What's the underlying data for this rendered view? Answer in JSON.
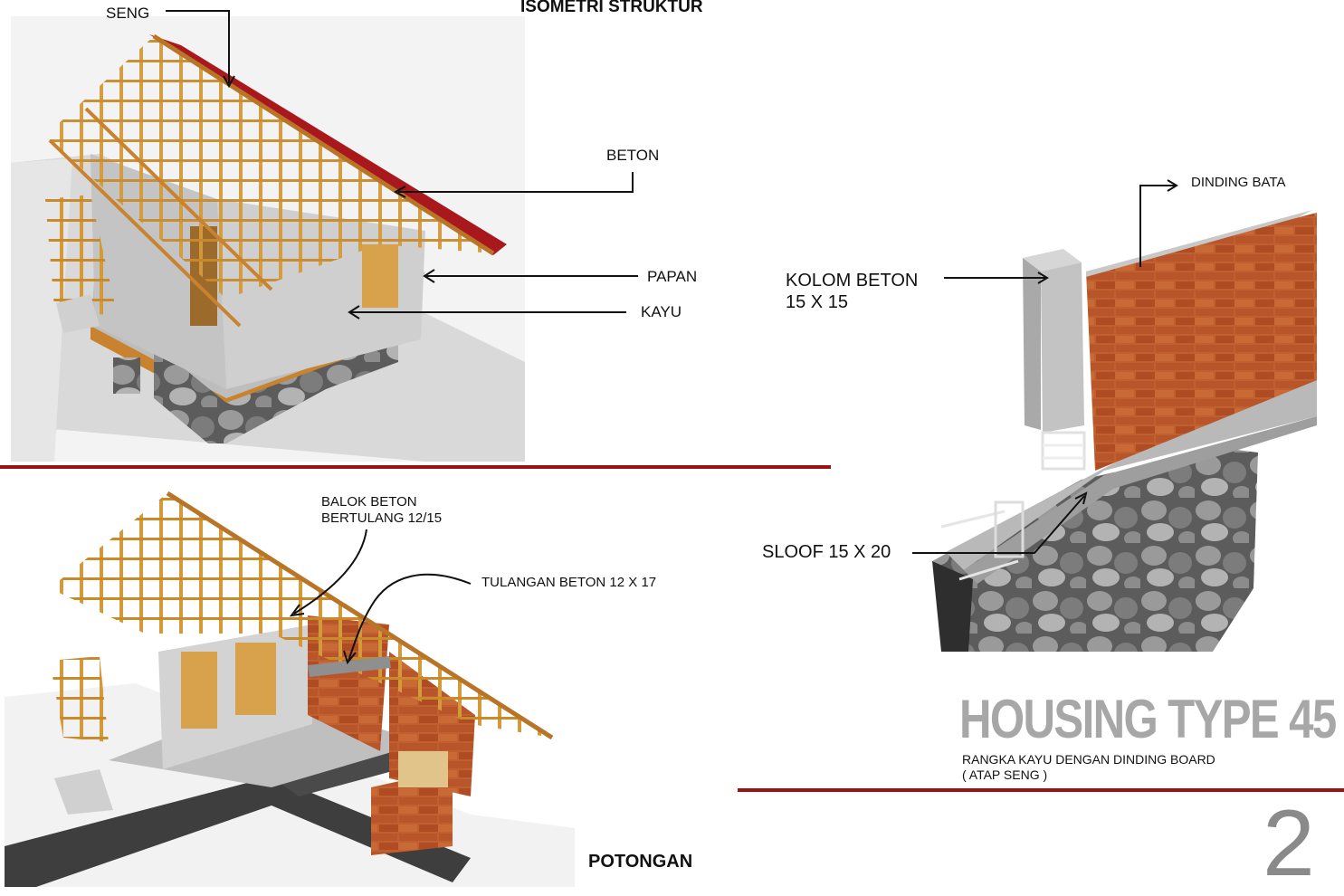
{
  "sheet": {
    "title_isometric": "ISOMETRI STRUKTUR",
    "title_section": "POTONGAN",
    "housing_type": "HOUSING TYPE 45",
    "subtitle_line1": "RANGKA KAYU DENGAN DINDING BOARD",
    "subtitle_line2": "( ATAP SENG )",
    "page_number": "2"
  },
  "isometric_labels": {
    "seng": "SENG",
    "beton": "BETON",
    "papan": "PAPAN",
    "kayu": "KAYU"
  },
  "section_labels": {
    "balok_line1": "BALOK BETON",
    "balok_line2": "BERTULANG 12/15",
    "tulangan": "TULANGAN BETON 12 X 17"
  },
  "detail_labels": {
    "dinding_bata": "DINDING BATA",
    "kolom_line1": "KOLOM BETON",
    "kolom_line2": "15 X 15",
    "sloof": "SLOOF 15 X 20"
  },
  "colors": {
    "accent_rule": "#9b1114",
    "title_gray": "#a7a7a7",
    "timber": "#d49a3a",
    "brick": "#b5532a",
    "roof_red": "#a8181c",
    "concrete": "#b9b9b9"
  }
}
